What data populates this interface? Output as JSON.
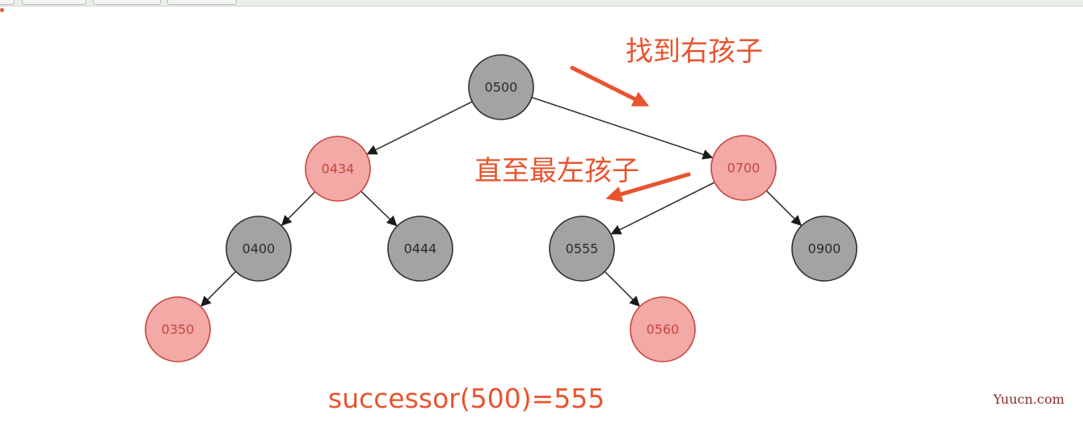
{
  "annotations": {
    "find_right": "找到右孩子",
    "leftmost": "直至最左孩子"
  },
  "formula": "successor(500)=555",
  "watermark": "Yuucn.com",
  "colors": {
    "black_node_fill": "#a3a3a3",
    "red_node_fill": "#f3a9a6",
    "red_node_text": "#c8453e",
    "annotation": "#e8542e"
  },
  "tree": {
    "nodes": [
      {
        "id": "0500",
        "label": "0500",
        "color": "black"
      },
      {
        "id": "0434",
        "label": "0434",
        "color": "red"
      },
      {
        "id": "0700",
        "label": "0700",
        "color": "red"
      },
      {
        "id": "0400",
        "label": "0400",
        "color": "black"
      },
      {
        "id": "0444",
        "label": "0444",
        "color": "black"
      },
      {
        "id": "0555",
        "label": "0555",
        "color": "black"
      },
      {
        "id": "0900",
        "label": "0900",
        "color": "black"
      },
      {
        "id": "0350",
        "label": "0350",
        "color": "red"
      },
      {
        "id": "0560",
        "label": "0560",
        "color": "red"
      }
    ],
    "edges": [
      [
        "0500",
        "0434"
      ],
      [
        "0500",
        "0700"
      ],
      [
        "0434",
        "0400"
      ],
      [
        "0434",
        "0444"
      ],
      [
        "0700",
        "0555"
      ],
      [
        "0700",
        "0900"
      ],
      [
        "0400",
        "0350"
      ],
      [
        "0555",
        "0560"
      ]
    ]
  }
}
